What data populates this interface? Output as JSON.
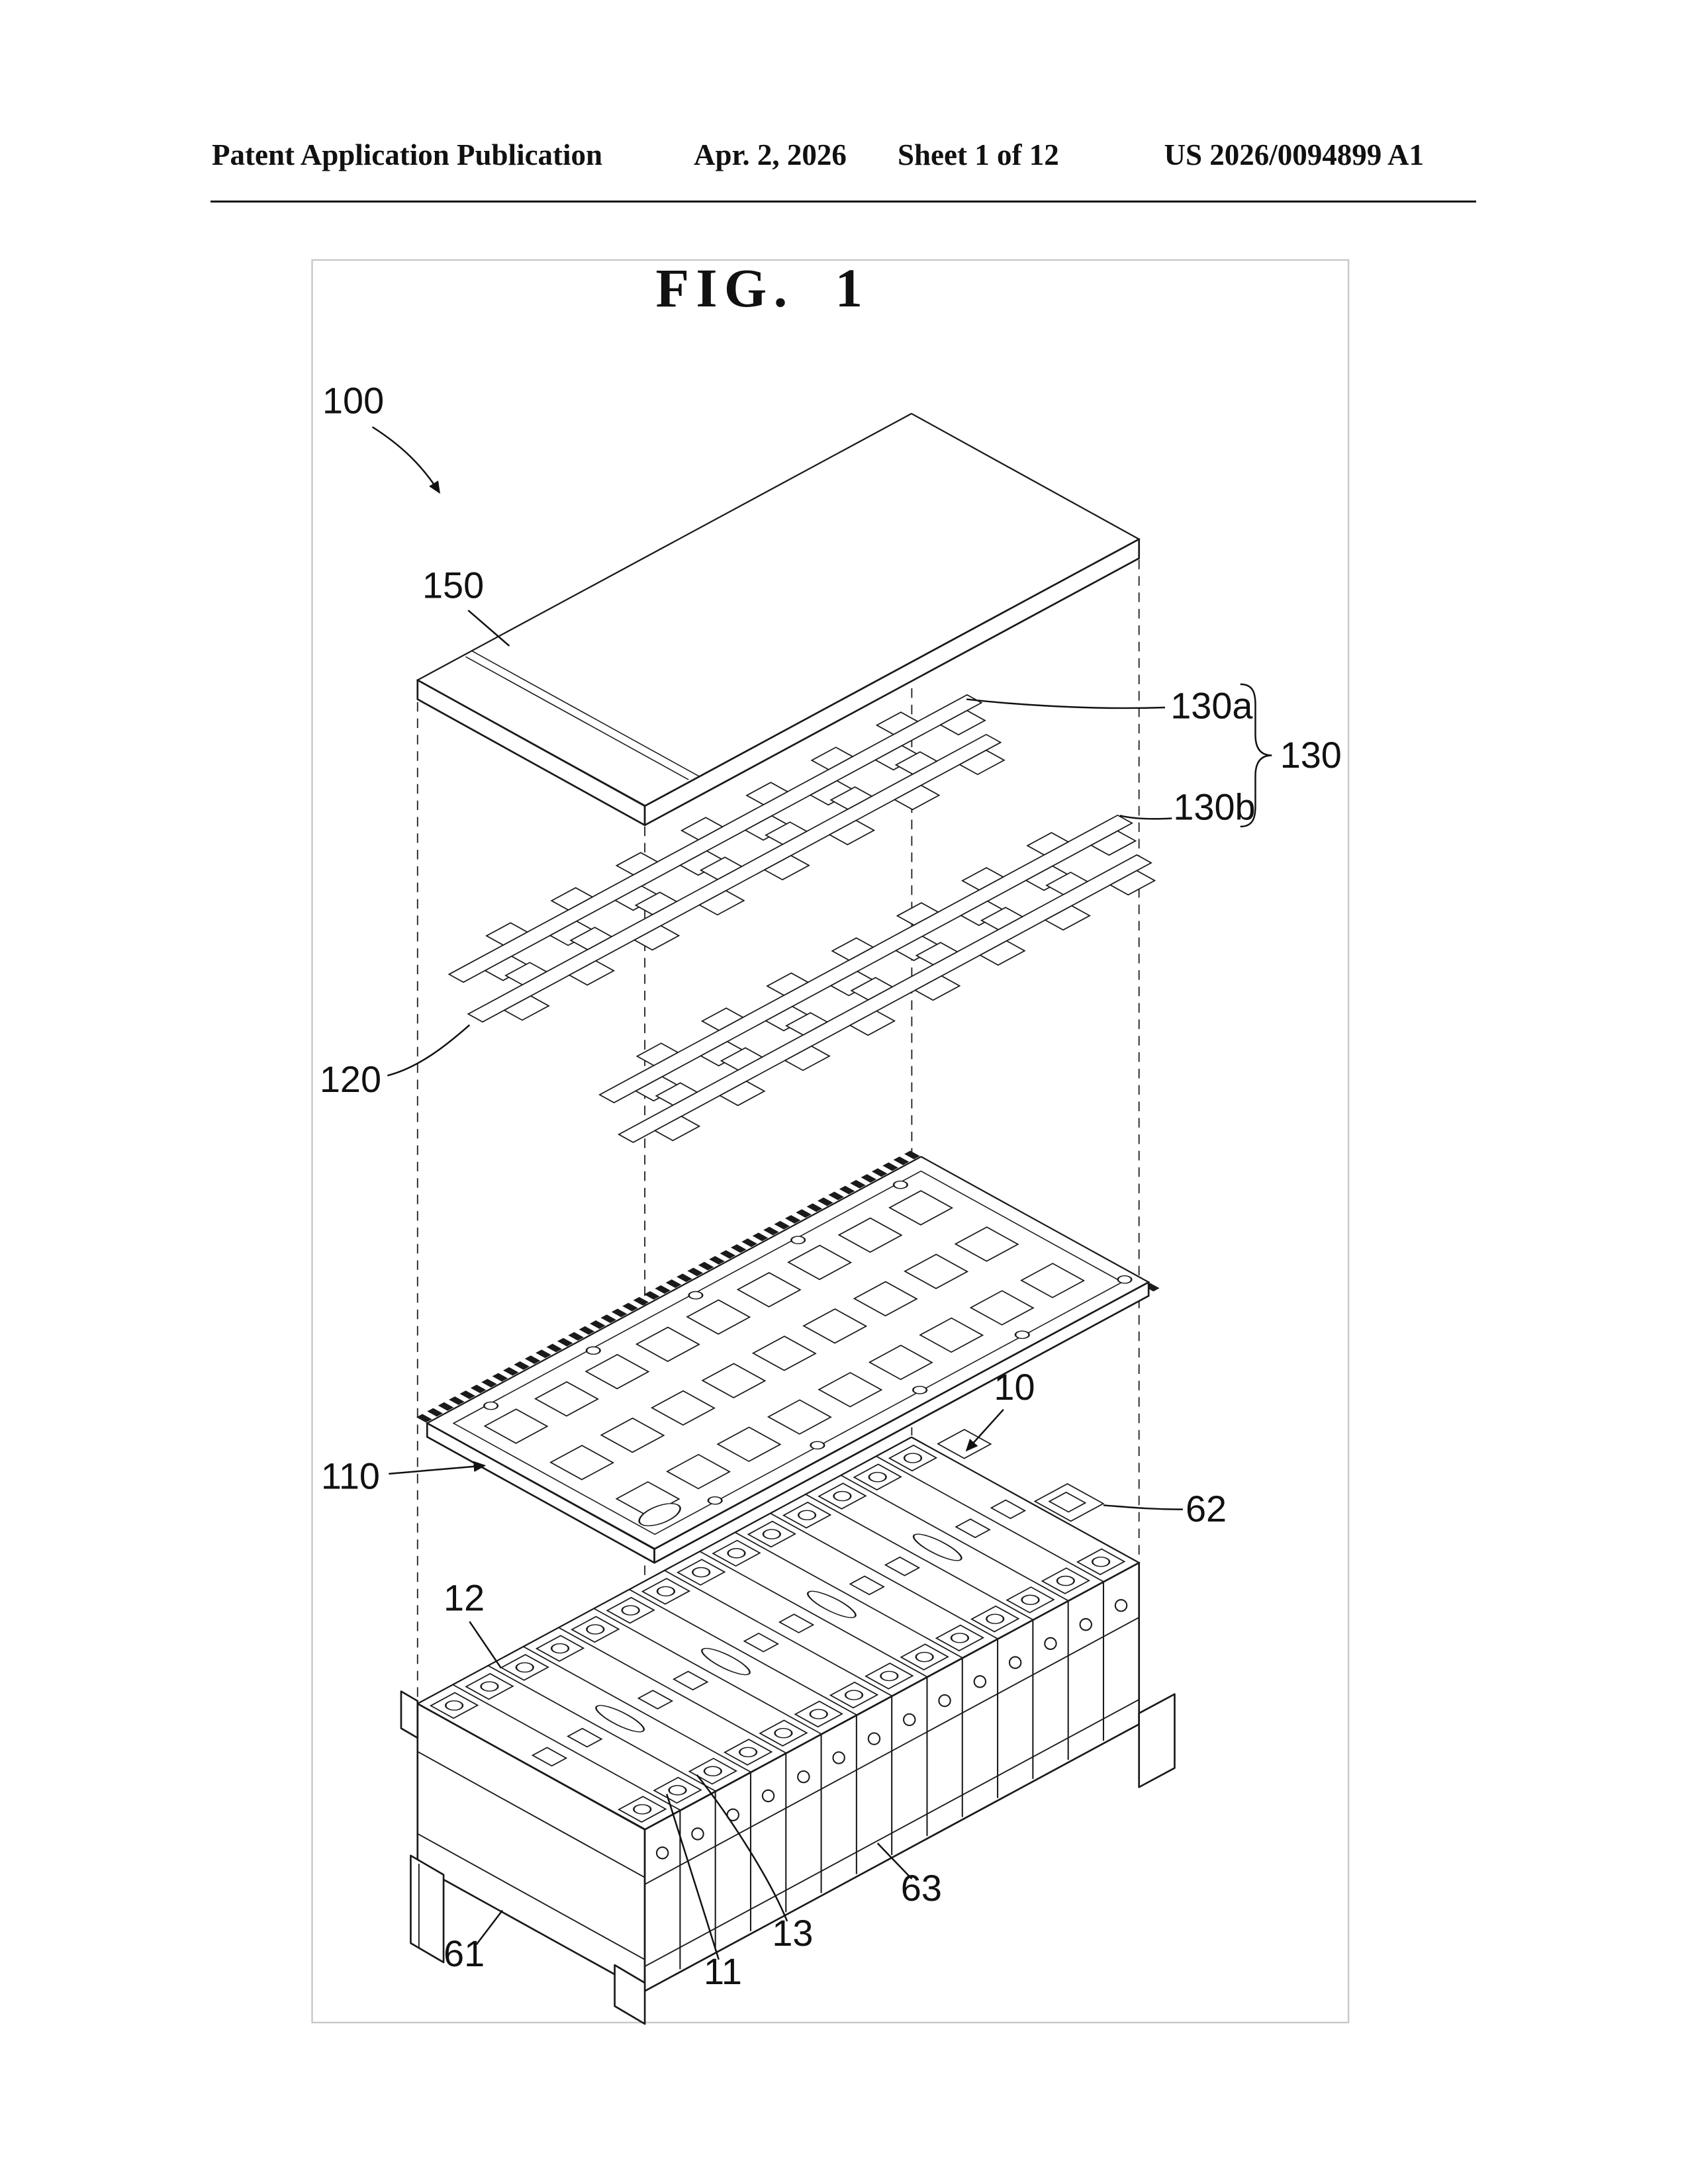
{
  "header": {
    "publication": "Patent Application Publication",
    "date": "Apr. 2, 2026",
    "sheet": "Sheet 1 of 12",
    "patent_number": "US 2026/0094899 A1"
  },
  "figure": {
    "title": "FIG.  1",
    "labels": [
      {
        "id": "100",
        "text": "100"
      },
      {
        "id": "150",
        "text": "150"
      },
      {
        "id": "130a",
        "text": "130a"
      },
      {
        "id": "130",
        "text": "130"
      },
      {
        "id": "130b",
        "text": "130b"
      },
      {
        "id": "120",
        "text": "120"
      },
      {
        "id": "110",
        "text": "110"
      },
      {
        "id": "10",
        "text": "10"
      },
      {
        "id": "62",
        "text": "62"
      },
      {
        "id": "12",
        "text": "12"
      },
      {
        "id": "63",
        "text": "63"
      },
      {
        "id": "61",
        "text": "61"
      },
      {
        "id": "11",
        "text": "11"
      },
      {
        "id": "13",
        "text": "13"
      }
    ]
  }
}
